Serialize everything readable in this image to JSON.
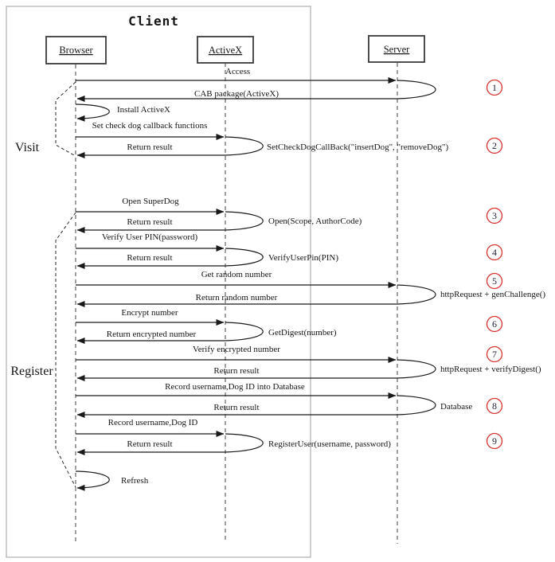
{
  "diagram": {
    "title": "Client",
    "sections": {
      "visit": "Visit",
      "register": "Register"
    },
    "actors": {
      "browser": "Browser",
      "activex": "ActiveX",
      "server": "Server"
    },
    "messages": {
      "access": "Access",
      "cab_package": "CAB package(ActiveX)",
      "install_activex": "Install ActiveX",
      "set_check_dog": "Set check dog callback functions",
      "return_result": "Return result",
      "open_superdog": "Open SuperDog",
      "verify_user_pin": "Verify User PIN(password)",
      "get_random": "Get random number",
      "return_random": "Return random number",
      "encrypt_number": "Encrypt number",
      "return_encrypted": "Return encrypted number",
      "verify_encrypted": "Verify encrypted number",
      "record_into_db": "Record username,Dog ID into Database",
      "record_username": "Record username,Dog ID",
      "refresh": "Refresh"
    },
    "calls": {
      "set_check_dog_callback": "SetCheckDogCallBack(\"insertDog\", \"removeDog\")",
      "open": "Open(Scope, AuthorCode)",
      "verify_user_pin": "VerifyUserPin(PIN)",
      "gen_challenge": "httpRequest + genChallenge()",
      "get_digest": "GetDigest(number)",
      "verify_digest": "httpRequest + verifyDigest()",
      "database": "Database",
      "register_user": "RegisterUser(username, password)"
    },
    "steps": [
      "1",
      "2",
      "3",
      "4",
      "5",
      "6",
      "7",
      "8",
      "9"
    ],
    "colors": {
      "step_circle": "#d5342f",
      "line": "#1a1a1a",
      "lifeline": "#8a8a8a",
      "frame": "#bdbdbd"
    }
  }
}
